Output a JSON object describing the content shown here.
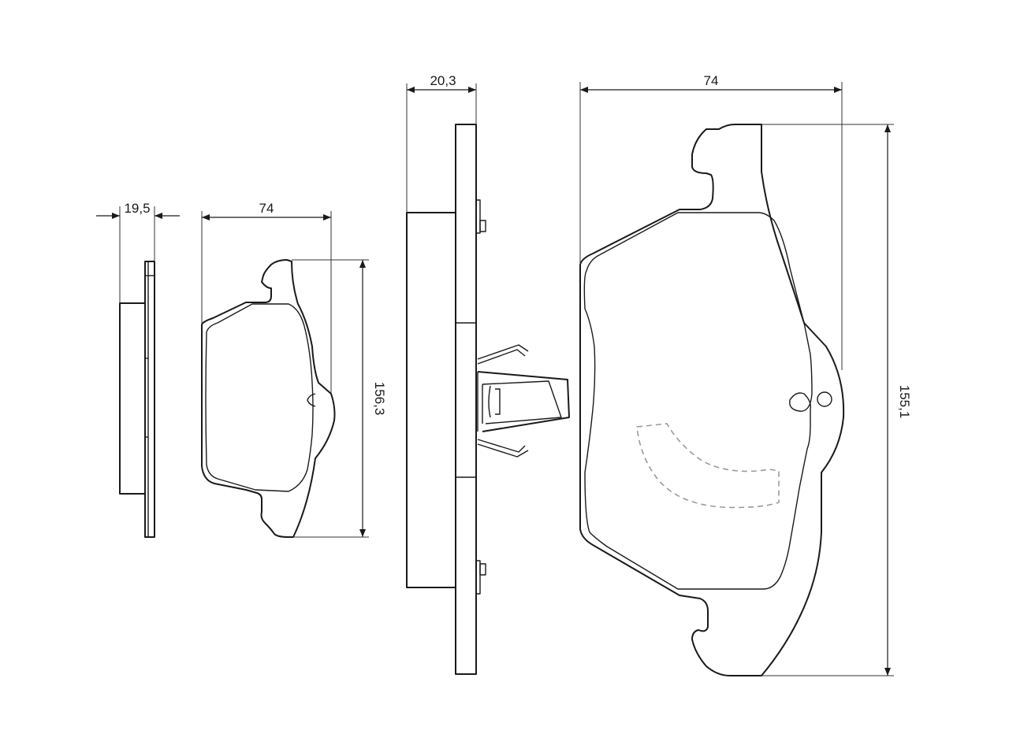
{
  "dimensions": {
    "small_thickness": "19,5",
    "small_width": "74",
    "small_height": "156,3",
    "large_thickness": "20,3",
    "large_width": "74",
    "large_height": "155,1"
  },
  "colors": {
    "line": "#1a1a1a",
    "hidden_line": "#9a9a9a",
    "background": "#ffffff"
  }
}
